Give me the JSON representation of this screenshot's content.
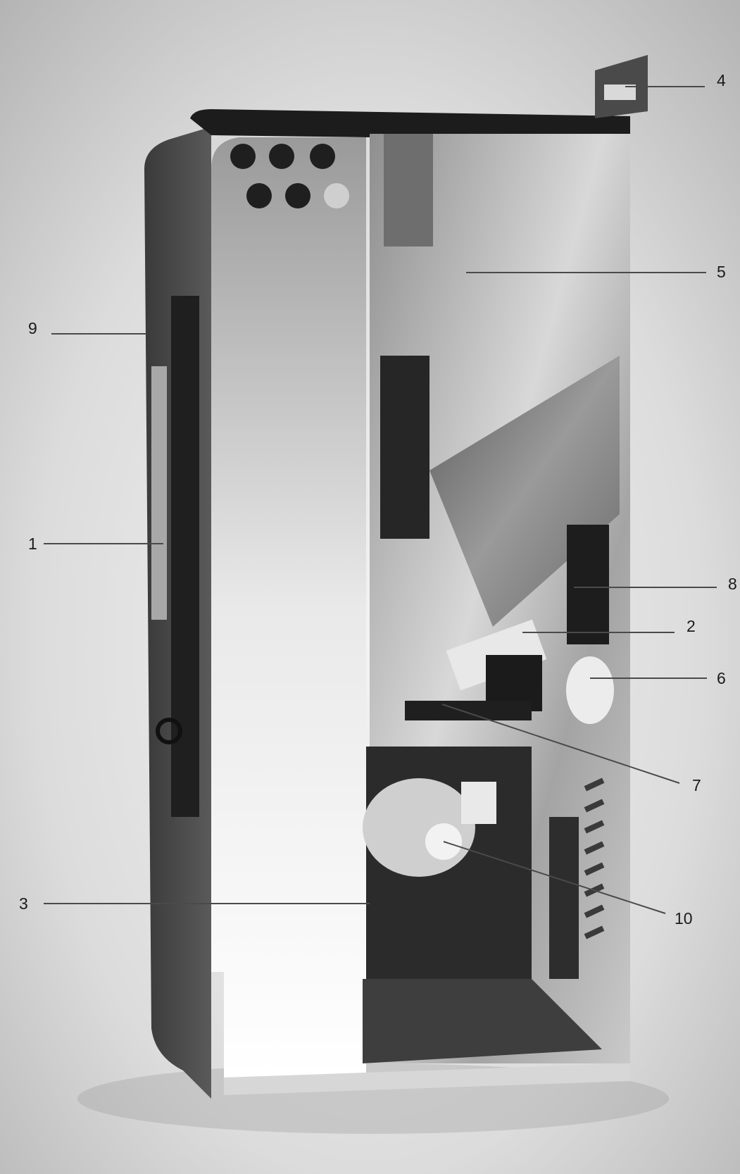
{
  "figure": {
    "labels": [
      {
        "id": "callout-1",
        "text": "1"
      },
      {
        "id": "callout-2",
        "text": "2"
      },
      {
        "id": "callout-3",
        "text": "3"
      },
      {
        "id": "callout-4",
        "text": "4"
      },
      {
        "id": "callout-5",
        "text": "5"
      },
      {
        "id": "callout-6",
        "text": "6"
      },
      {
        "id": "callout-7",
        "text": "7"
      },
      {
        "id": "callout-8",
        "text": "8"
      },
      {
        "id": "callout-9",
        "text": "9"
      },
      {
        "id": "callout-10",
        "text": "10"
      }
    ],
    "colors": {
      "background_light": "#ebebeb",
      "background_dark": "#b9b9b9",
      "dark_panel": "#2a2a2a",
      "sheet_metal": "#bdbdbd",
      "leader_line": "#4a4a4a"
    }
  }
}
